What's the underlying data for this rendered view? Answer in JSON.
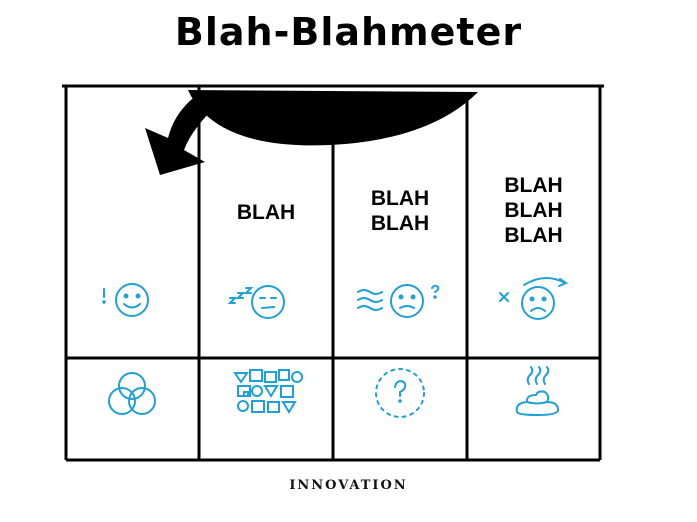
{
  "title": "Blah-Blahmeter",
  "columns": [
    {
      "lines": []
    },
    {
      "lines": [
        "BLAH"
      ]
    },
    {
      "lines": [
        "BLAH",
        "BLAH"
      ]
    },
    {
      "lines": [
        "BLAH",
        "BLAH",
        "BLAH"
      ]
    }
  ],
  "icons": {
    "row1": [
      "smiley-face-icon",
      "sleepy-face-icon",
      "confused-face-icon",
      "frowning-face-icon"
    ],
    "row2": [
      "venn-circles-icon",
      "cluttered-shapes-icon",
      "dotted-circle-question-icon",
      "steaming-pile-icon"
    ]
  },
  "colors": {
    "ink": "#000000",
    "accent": "#1fa0d8"
  },
  "brand": "INNOVATION"
}
